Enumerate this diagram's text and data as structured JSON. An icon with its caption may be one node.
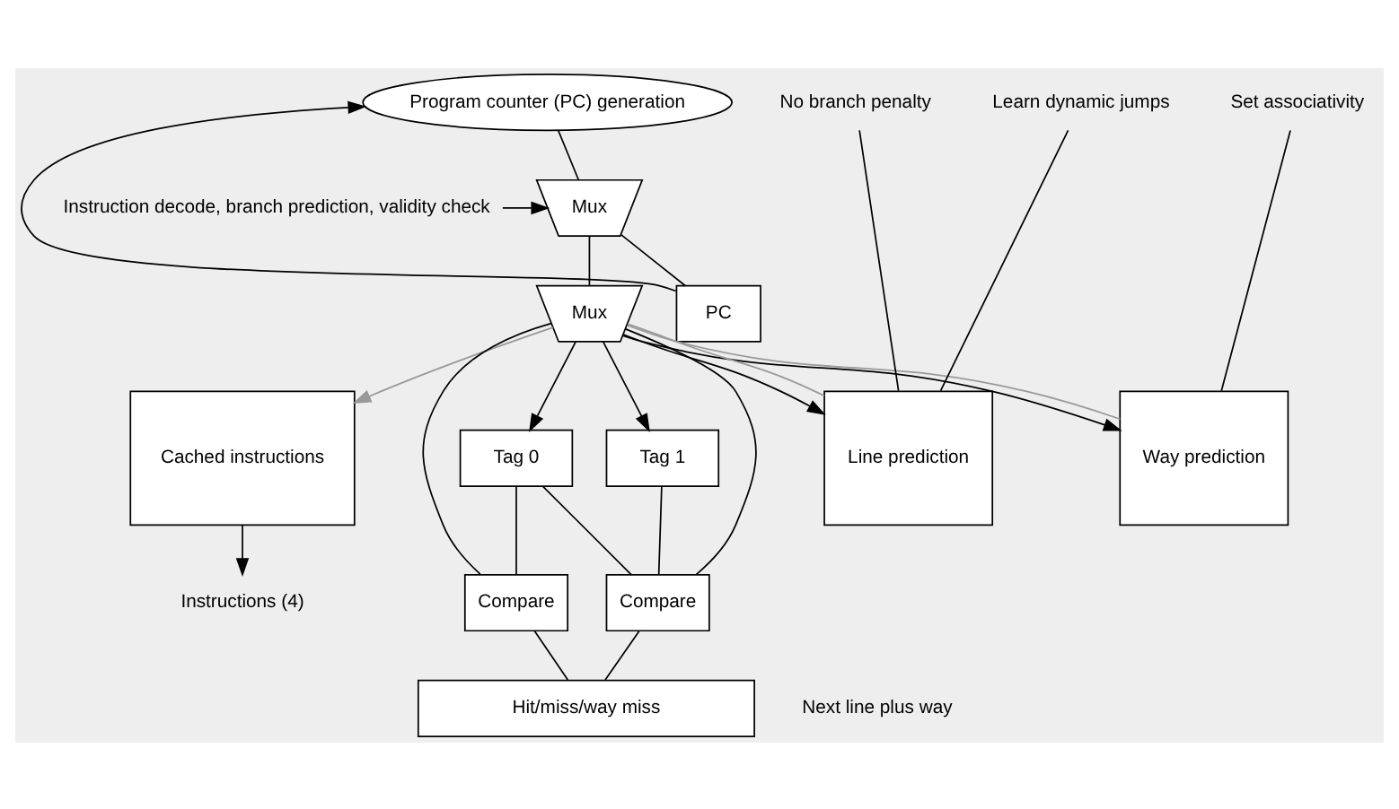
{
  "diagram": {
    "nodes": [
      {
        "text": [
          "Program counter (PC) generation"
        ]
      },
      {
        "text": [
          "Instruction decode, branch prediction, validity check"
        ]
      },
      {
        "text": [
          "Mux"
        ]
      },
      {
        "text": [
          "PC"
        ]
      },
      {
        "text": [
          "Mux"
        ]
      },
      {
        "text": [
          "Tag 0"
        ]
      },
      {
        "text": [
          "Tag 1"
        ]
      },
      {
        "text": [
          "Cached instructions"
        ]
      },
      {
        "text": [
          "Line prediction"
        ]
      },
      {
        "text": [
          "Way prediction"
        ]
      },
      {
        "text": [
          "Compare"
        ]
      },
      {
        "text": [
          "Compare"
        ]
      },
      {
        "text": [
          "Hit/miss/way miss"
        ]
      },
      {
        "text": [
          "Instructions (4)"
        ]
      },
      {
        "text": [
          "Learn dynamic jumps"
        ]
      },
      {
        "text": [
          "No branch penalty"
        ]
      },
      {
        "text": [
          "Set associativity"
        ]
      }
    ],
    "edges": [
      {
        "from": 0,
        "to": 2,
        "arrow": "none"
      },
      {
        "from": 1,
        "to": 2,
        "arrow": "to"
      },
      {
        "from": 2,
        "to": 3,
        "arrow": "none"
      },
      {
        "from": 2,
        "to": 4,
        "arrow": "none"
      },
      {
        "from": 3,
        "to": 0,
        "arrow": "to"
      },
      {
        "from": 4,
        "to": 7,
        "arrow": "to",
        "color": "#999999"
      },
      {
        "from": 4,
        "to": 5,
        "arrow": "to"
      },
      {
        "from": 4,
        "to": 6,
        "arrow": "to"
      },
      {
        "from": 4,
        "to": 8,
        "arrow": "to"
      },
      {
        "from": 4,
        "to": 9,
        "arrow": "to"
      },
      {
        "from": 4,
        "to": 10,
        "arrow": "none"
      },
      {
        "from": 4,
        "to": 11,
        "arrow": "none"
      },
      {
        "from": 5,
        "to": 10,
        "arrow": "none"
      },
      {
        "from": 5,
        "to": 11,
        "arrow": "none"
      },
      {
        "from": 6,
        "to": 11,
        "arrow": "none"
      },
      {
        "from": 10,
        "to": 12,
        "arrow": "none"
      },
      {
        "from": 11,
        "to": 12,
        "arrow": "none"
      },
      {
        "from": 7,
        "to": 13,
        "arrow": "to"
      },
      {
        "from": 8,
        "to": 4,
        "arrow": "none",
        "color": "#999999"
      },
      {
        "from": 9,
        "to": 4,
        "arrow": "none",
        "color": "#999999"
      },
      {
        "from": 14,
        "to": 8,
        "arrow": "none"
      },
      {
        "from": 15,
        "to": 8,
        "arrow": "none"
      },
      {
        "from": 16,
        "to": 9,
        "arrow": "none"
      }
    ],
    "labels": [
      "Next line plus way"
    ]
  }
}
